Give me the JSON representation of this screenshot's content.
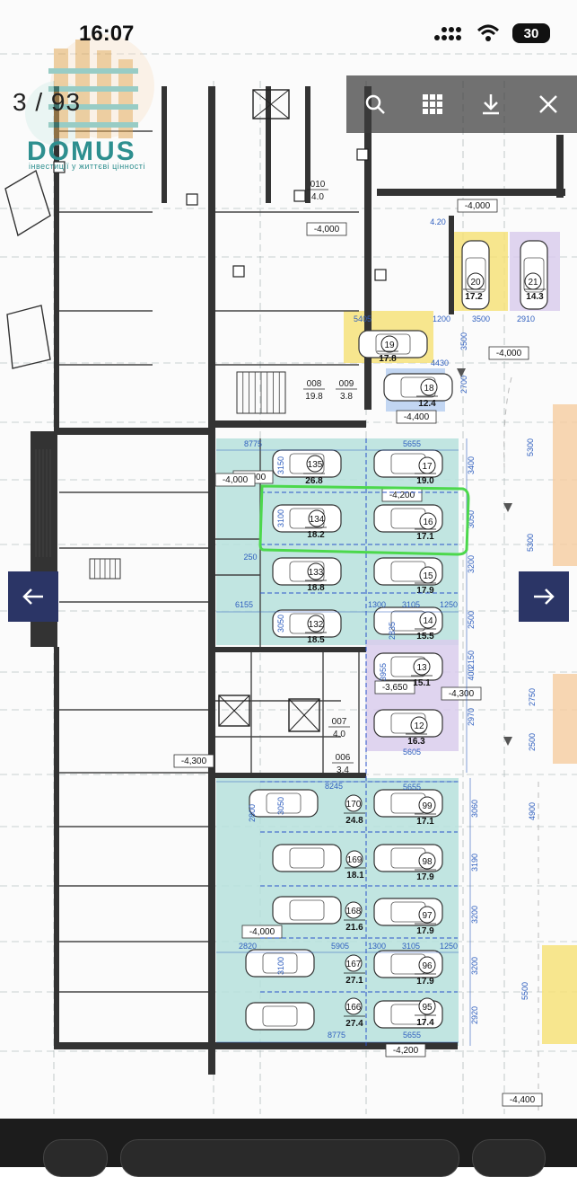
{
  "status": {
    "time": "16:07",
    "battery": "30"
  },
  "viewer": {
    "counter": "3 / 93"
  },
  "watermark": {
    "brand": "DOMUS",
    "tagline": "інвестиції у життєві цінності"
  },
  "toolbar": {
    "search_icon": "search-icon",
    "grid_icon": "grid-icon",
    "download_icon": "download-icon",
    "close_icon": "close-icon"
  },
  "nav": {
    "prev_icon": "arrow-left-icon",
    "next_icon": "arrow-right-icon"
  },
  "colors": {
    "teal": "#b6e0dc",
    "yellow": "#f6e27a",
    "lavender": "#d9ccec",
    "blue": "#b7cff0",
    "orange": "#f6cfa5",
    "highlight": "#4cd84c",
    "dim": "#2f5fbf"
  },
  "plan": {
    "rooms": [
      {
        "id": "010",
        "area": "4.0"
      },
      {
        "id": "008",
        "area": "19.8"
      },
      {
        "id": "009",
        "area": "3.8"
      },
      {
        "id": "007",
        "area": "4.0"
      },
      {
        "id": "006",
        "area": "3.4"
      }
    ],
    "levels": [
      "-4,000",
      "-4,000",
      "-4,000",
      "-4,000",
      "-4,200",
      "-4,400",
      "-3,650",
      "-4,300",
      "-4,300",
      "-4,000",
      "-4,200",
      "-4,400",
      "-4,000"
    ],
    "spots": [
      {
        "num": "20",
        "area": "17.2"
      },
      {
        "num": "21",
        "area": "14.3"
      },
      {
        "num": "19",
        "area": "17.8"
      },
      {
        "num": "18",
        "area": "12.4"
      },
      {
        "num": "135",
        "area": "26.8"
      },
      {
        "num": "17",
        "area": "19.0"
      },
      {
        "num": "134",
        "area": "18.2"
      },
      {
        "num": "16",
        "area": "17.1"
      },
      {
        "num": "133",
        "area": "18.8"
      },
      {
        "num": "15",
        "area": "17.9"
      },
      {
        "num": "132",
        "area": "18.5"
      },
      {
        "num": "14",
        "area": "15.5"
      },
      {
        "num": "13",
        "area": "15.1"
      },
      {
        "num": "12",
        "area": "16.3"
      },
      {
        "num": "170",
        "area": "24.8"
      },
      {
        "num": "99",
        "area": "17.1"
      },
      {
        "num": "169",
        "area": "18.1"
      },
      {
        "num": "98",
        "area": "17.9"
      },
      {
        "num": "168",
        "area": "21.6"
      },
      {
        "num": "97",
        "area": "17.9"
      },
      {
        "num": "167",
        "area": "27.1"
      },
      {
        "num": "96",
        "area": "17.9"
      },
      {
        "num": "166",
        "area": "27.4"
      },
      {
        "num": "95",
        "area": "17.4"
      }
    ],
    "dims": [
      "5405",
      "1200",
      "4430",
      "3500",
      "2910",
      "3500",
      "2700",
      "8775",
      "5655",
      "3400",
      "3150",
      "3100",
      "3050",
      "3200",
      "6155",
      "1300",
      "3105",
      "1250",
      "2500",
      "2835",
      "2150",
      "2970",
      "5605",
      "8245",
      "5655",
      "3060",
      "3190",
      "3200",
      "3200",
      "2920",
      "5905",
      "1300",
      "3105",
      "1250",
      "2820",
      "8775",
      "5655",
      "5300",
      "5300",
      "2750",
      "2500",
      "4900",
      "5500",
      "4.20",
      "250",
      "400",
      "3955",
      "3050",
      "3050",
      "2800",
      "3100"
    ]
  }
}
